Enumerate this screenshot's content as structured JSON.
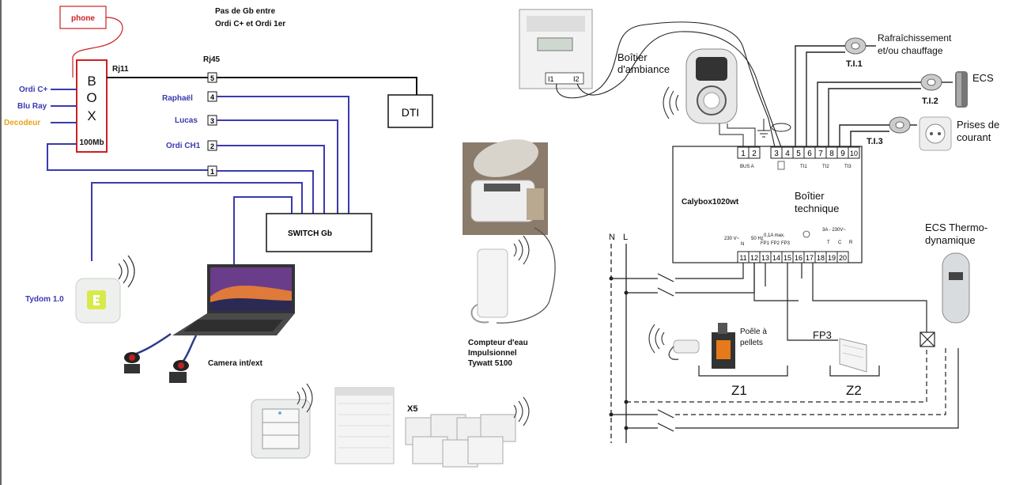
{
  "network": {
    "phone": "phone",
    "gb_note_line1": "Pas de Gb entre",
    "gb_note_line2": "Ordi C+ et Ordi 1er",
    "box_letters": [
      "B",
      "O",
      "X"
    ],
    "box_speed": "100Mb",
    "rj11": "Rj11",
    "rj45": "Rj45",
    "ordi_cplus": "Ordi C+",
    "bluray": "Blu Ray",
    "decodeur": "Decodeur",
    "raphael": "Raphaël",
    "lucas": "Lucas",
    "ordi_ch1": "Ordi CH1",
    "ports": [
      "5",
      "4",
      "3",
      "2",
      "1"
    ],
    "dti": "DTI",
    "switch": "SWITCH Gb",
    "tydom": "Tydom 1.0",
    "camera": "Camera int/ext",
    "x5": "X5",
    "compteur_line1": "Compteur d'eau",
    "compteur_line2": "Impulsionnel",
    "compteur_line3": "Tywatt 5100",
    "colors": {
      "blue": "#3a3ab0",
      "orange": "#e8a317",
      "red": "#cc2222",
      "line_dark": "#222222"
    }
  },
  "electrical": {
    "ambiance_line1": "Boîtier",
    "ambiance_line2": "d'ambiance",
    "ti1": "T.I.1",
    "ti2": "T.I.2",
    "ti3": "T.I.3",
    "rafr_line1": "Rafraîchissement",
    "rafr_line2": "et/ou chauffage",
    "ecs": "ECS",
    "prises_line1": "Prises de",
    "prises_line2": "courant",
    "calybox": "Calybox1020wt",
    "tech_line1": "Boîtier",
    "tech_line2": "technique",
    "terminals_top": [
      "1",
      "2",
      "3",
      "4",
      "5",
      "6",
      "7",
      "8",
      "9",
      "10"
    ],
    "terminals_bottom": [
      "11",
      "12",
      "13",
      "14",
      "15",
      "16",
      "17",
      "18",
      "19",
      "20"
    ],
    "bus_a": "BUS A",
    "ti1_short": "TI1",
    "ti2_short": "TI2",
    "ti3_short": "TI3",
    "volt_label": "230 V~",
    "n_label": "N",
    "hz_label": "50 Hz",
    "fp_max": "0,1A max.",
    "fp1": "FP1",
    "fp2": "FP2",
    "fp3_small": "FP3",
    "amp_label": "3A - 230V~",
    "t_label": "T",
    "c_label": "C",
    "r_label": "R",
    "n": "N",
    "l": "L",
    "ecs_thermo_line1": "ECS Thermo-",
    "ecs_thermo_line2": "dynamique",
    "poele_line1": "Poêle à",
    "poele_line2": "pellets",
    "fp3": "FP3",
    "z1": "Z1",
    "z2": "Z2",
    "meter_i1": "I1",
    "meter_i2": "I2"
  }
}
